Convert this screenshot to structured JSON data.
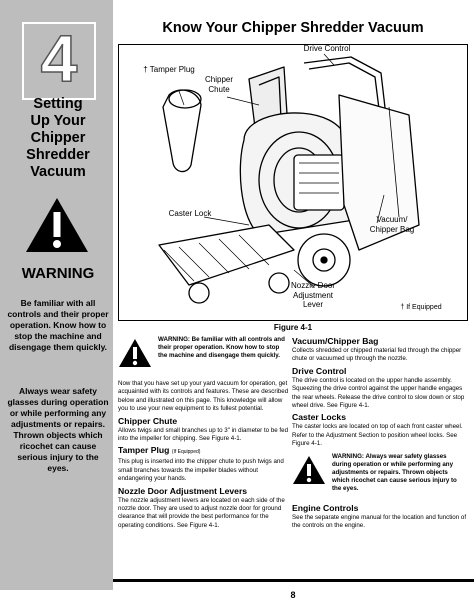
{
  "sidebar": {
    "chapter_number": "4",
    "title_lines": [
      "Setting",
      "Up Your",
      "Chipper",
      "Shredder",
      "Vacuum"
    ],
    "warning_heading": "WARNING",
    "warning_text": "Be familiar with all controls and their proper operation. Know how to stop the machine and disengage them quickly.",
    "glasses_text": "Always wear safety glasses during operation or while performing any adjustments or repairs. Thrown objects which ricochet can cause serious injury to the eyes."
  },
  "header": {
    "title": "Know Your Chipper Shredder Vacuum"
  },
  "figure": {
    "caption": "Figure 4-1",
    "labels": {
      "drive_control": "Drive Control",
      "tamper_plug": "† Tamper Plug",
      "chipper_chute": "Chipper Chute",
      "caster_lock": "Caster Lock",
      "vacuum_bag": "Vacuum/ Chipper Bag",
      "nozzle_lever": "Nozzle Door Adjustment Lever",
      "if_equipped": "† If Equipped"
    }
  },
  "left_column": {
    "warning_text": "WARNING: Be familiar with all controls and their proper operation. Know how to stop the machine and disengage them quickly.",
    "intro": "Now that you have set up your yard vacuum for operation, get acquainted with its controls and features. These are described below and illustrated on this page. This knowledge will allow you to use your new equipment to its fullest potential.",
    "sections": [
      {
        "heading": "Chipper Chute",
        "tag": "",
        "body": "Allows twigs and small branches up to 3\" in diameter to be fed into the impeller for chipping. See Figure 4-1."
      },
      {
        "heading": "Tamper Plug",
        "tag": "(If Equipped)",
        "body": "This plug is inserted into the chipper chute to push twigs and small branches towards the impeller blades without endangering your hands."
      },
      {
        "heading": "Nozzle Door Adjustment Levers",
        "tag": "",
        "body": "The nozzle adjustment levers are located on each side of the nozzle door. They are used to adjust nozzle door for ground clearance that will provide the best performance for the operating conditions. See Figure 4-1."
      }
    ]
  },
  "right_column": {
    "sections": [
      {
        "heading": "Vacuum/Chipper Bag",
        "body": "Collects shredded or chipped material fed through the chipper chute or vacuumed up through the nozzle."
      },
      {
        "heading": "Drive Control",
        "body": "The drive control is located on the upper handle assembly. Squeezing the drive control against the upper handle engages the rear wheels. Release the drive control to slow down or stop wheel drive. See Figure 4-1."
      },
      {
        "heading": "Caster Locks",
        "body": "The caster locks are located on top of each front caster wheel. Refer to the Adjustment Section to position wheel locks. See Figure 4-1."
      }
    ],
    "warning_text": "WARNING: Always wear safety glasses during operation or while performing any adjustments or repairs. Thrown objects which ricochet can cause serious injury to the eyes.",
    "engine": {
      "heading": "Engine Controls",
      "body": "See the separate engine manual for the location and function of the controls on the engine."
    }
  },
  "footer": {
    "page_number": "8"
  }
}
